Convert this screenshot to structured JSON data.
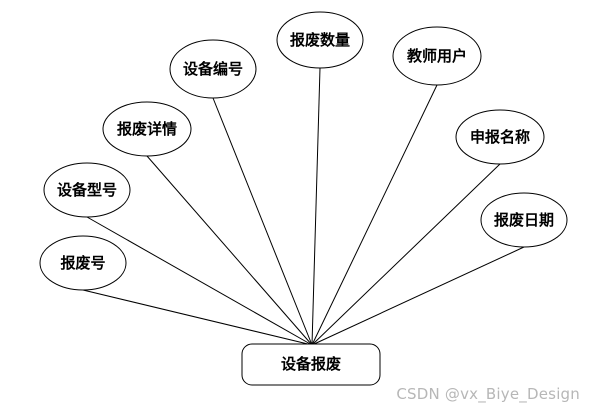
{
  "entity": {
    "label": "设备报废"
  },
  "attributes": [
    {
      "key": "scrap-number",
      "label": "报废号"
    },
    {
      "key": "device-model",
      "label": "设备型号"
    },
    {
      "key": "scrap-details",
      "label": "报废详情"
    },
    {
      "key": "device-number",
      "label": "设备编号"
    },
    {
      "key": "scrap-quantity",
      "label": "报废数量"
    },
    {
      "key": "teacher-user",
      "label": "教师用户"
    },
    {
      "key": "applicant-name",
      "label": "申报名称"
    },
    {
      "key": "scrap-date",
      "label": "报废日期"
    }
  ],
  "watermark": {
    "text": "CSDN @vx_Biye_Design"
  }
}
